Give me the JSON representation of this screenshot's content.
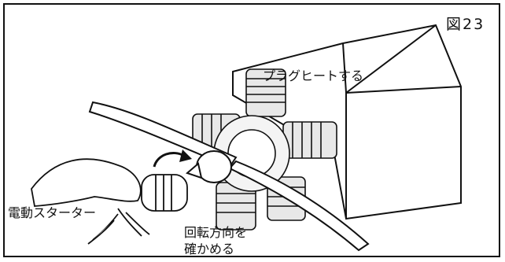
{
  "figure": {
    "number": "図23",
    "callouts": {
      "plug_heat": "プラグヒートする",
      "electric_starter": "電動スターター",
      "check_rotation_line1": "回転方向を",
      "check_rotation_line2": "確かめる"
    }
  },
  "colors": {
    "ink": "#111111",
    "paper": "#ffffff",
    "shade": "#d9d9d9"
  }
}
